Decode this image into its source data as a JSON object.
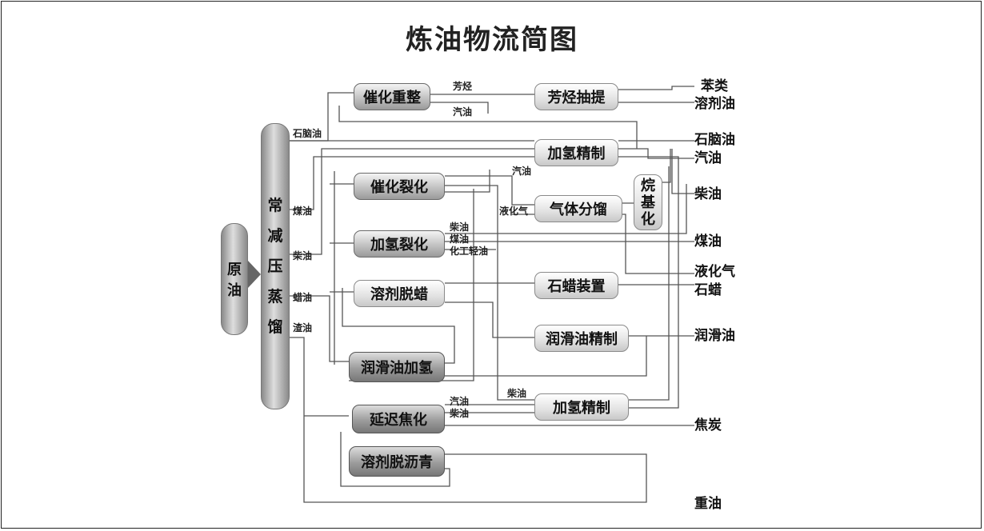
{
  "title": "炼油物流简图",
  "sources": {
    "crude": "原油",
    "distillation": "常减压蒸馏"
  },
  "units": {
    "reforming": "催化重整",
    "aromatics_extraction": "芳烃抽提",
    "hydrofining_top": "加氢精制",
    "catalytic_cracking": "催化裂化",
    "gas_fractionation": "气体分馏",
    "alkylation": "烷基化",
    "hydrocracking": "加氢裂化",
    "solvent_dewaxing": "溶剂脱蜡",
    "paraffin_unit": "石蜡装置",
    "lube_refining": "润滑油精制",
    "lube_hydrotreating": "润滑油加氢",
    "delayed_coking": "延迟焦化",
    "hydrofining_bottom": "加氢精制",
    "solvent_deasphalting": "溶剂脱沥青"
  },
  "stream_labels": {
    "naphtha": "石脑油",
    "kerosene": "煤油",
    "diesel": "柴油",
    "wax_oil": "蜡油",
    "residue": "渣油",
    "reform_aromatics": "芳烃",
    "reform_gasoline": "汽油",
    "fcc_gasoline": "汽油",
    "fcc_lpg": "液化气",
    "hc_diesel": "柴油",
    "hc_kerosene": "煤油",
    "hc_light_oil": "化工轻油",
    "coker_diesel_to_hf": "柴油",
    "coker_gasoline": "汽油",
    "coker_diesel": "柴油"
  },
  "products": {
    "benzene": "苯类",
    "solvent_oil": "溶剂油",
    "naphtha": "石脑油",
    "gasoline": "汽油",
    "diesel": "柴油",
    "kerosene": "煤油",
    "lpg": "液化气",
    "paraffin": "石蜡",
    "lube_oil": "润滑油",
    "coke": "焦炭",
    "heavy_oil": "重油"
  }
}
